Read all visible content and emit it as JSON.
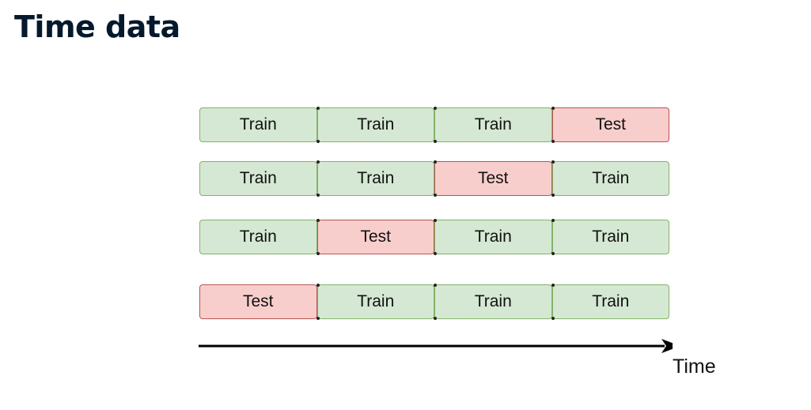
{
  "page": {
    "title": "Time data"
  },
  "diagram": {
    "rows": [
      {
        "cells": [
          {
            "label": "Train",
            "kind": "train"
          },
          {
            "label": "Train",
            "kind": "train"
          },
          {
            "label": "Train",
            "kind": "train"
          },
          {
            "label": "Test",
            "kind": "test"
          }
        ]
      },
      {
        "cells": [
          {
            "label": "Train",
            "kind": "train"
          },
          {
            "label": "Train",
            "kind": "train"
          },
          {
            "label": "Test",
            "kind": "test"
          },
          {
            "label": "Train",
            "kind": "train"
          }
        ]
      },
      {
        "cells": [
          {
            "label": "Train",
            "kind": "train"
          },
          {
            "label": "Test",
            "kind": "test"
          },
          {
            "label": "Train",
            "kind": "train"
          },
          {
            "label": "Train",
            "kind": "train"
          }
        ]
      },
      {
        "cells": [
          {
            "label": "Test",
            "kind": "test"
          },
          {
            "label": "Train",
            "kind": "train"
          },
          {
            "label": "Train",
            "kind": "train"
          },
          {
            "label": "Train",
            "kind": "train"
          }
        ]
      }
    ],
    "axis_label": "Time"
  },
  "colors": {
    "title": "#05192d",
    "train_fill": "#d5e8d4",
    "train_border": "#82b366",
    "test_fill": "#f8cecc",
    "test_border": "#b85450",
    "arrow": "#000000"
  }
}
